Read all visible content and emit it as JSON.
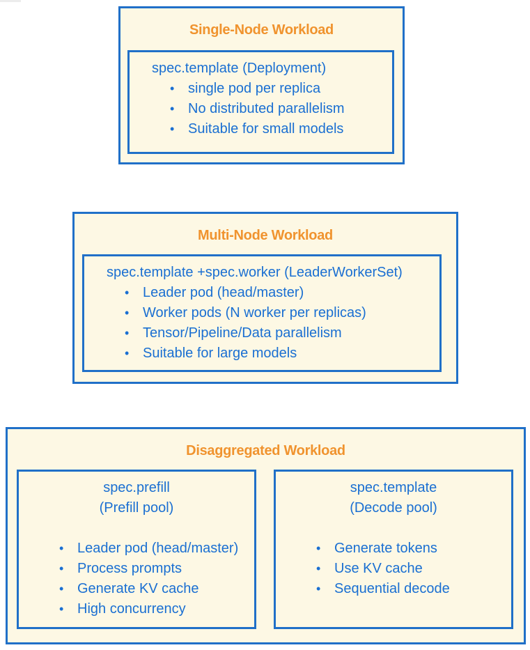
{
  "colors": {
    "panel_fill": "#FDF8E4",
    "border_blue": "#2070C8",
    "title_orange": "#F0932E",
    "text_blue": "#1A6FD2",
    "page_background": "#FFFFFF"
  },
  "panels": [
    {
      "title": "Single-Node Workload",
      "sections": [
        {
          "header_lines": [
            "spec.template (Deployment)"
          ],
          "bullets": [
            "single pod per replica",
            "No distributed parallelism",
            "Suitable for small models"
          ]
        }
      ]
    },
    {
      "title": "Multi-Node Workload",
      "sections": [
        {
          "header_lines": [
            "spec.template +spec.worker (LeaderWorkerSet)"
          ],
          "bullets": [
            "Leader pod (head/master)",
            "Worker pods (N worker per replicas)",
            "Tensor/Pipeline/Data parallelism",
            "Suitable for large models"
          ]
        }
      ]
    },
    {
      "title": "Disaggregated Workload",
      "sections": [
        {
          "header_lines": [
            "spec.prefill",
            "(Prefill pool)"
          ],
          "bullets": [
            "Leader pod (head/master)",
            "Process prompts",
            "Generate KV cache",
            "High concurrency"
          ]
        },
        {
          "header_lines": [
            "spec.template",
            "(Decode pool)"
          ],
          "bullets": [
            "Generate tokens",
            "Use KV cache",
            "Sequential decode"
          ]
        }
      ]
    }
  ]
}
